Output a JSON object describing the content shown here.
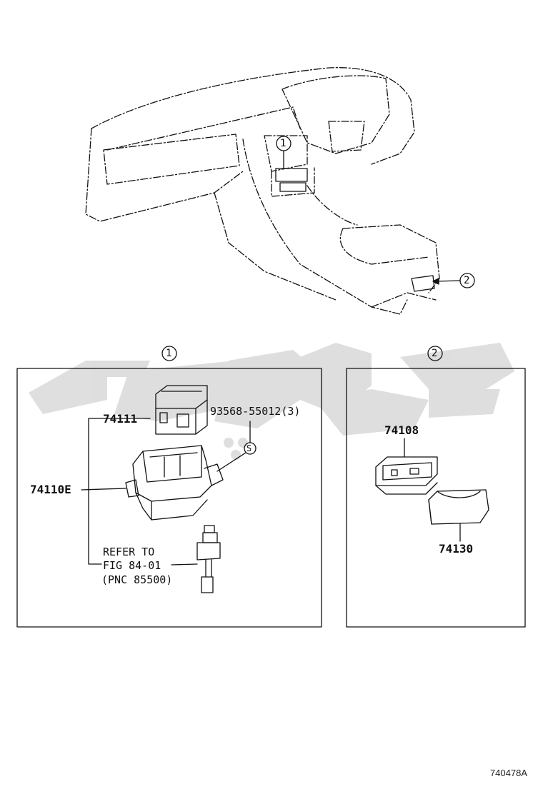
{
  "callouts": {
    "one": "1",
    "two": "2"
  },
  "watermark_color": "#d9d9d9",
  "panel1": {
    "part_74111": "74111",
    "bolt": "93568-55012(3)",
    "bolt_mark": "S",
    "part_74110E": "74110E",
    "refer_line1": "REFER TO",
    "refer_line2": "FIG 84-01",
    "refer_line3": "(PNC 85500)"
  },
  "panel2": {
    "part_74108": "74108",
    "part_74130": "74130"
  },
  "figure_code": "740478A"
}
